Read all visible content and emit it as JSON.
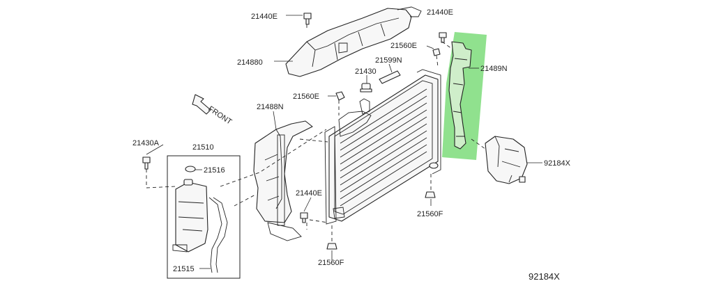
{
  "diagram": {
    "reference_code": "92184X",
    "highlight_color": "#7ddc7a",
    "labels": {
      "p21440e_top": "21440E",
      "p21440e_right": "21440E",
      "p214880": "214880",
      "p21560e_upper": "21560E",
      "p21599n": "21599N",
      "p21430": "21430",
      "p21489n": "21489N",
      "p21560e_mid": "21560E",
      "p21488n": "21488N",
      "front": "FRONT",
      "p21430a": "21430A",
      "p21510": "21510",
      "p21516": "21516",
      "p92184x": "92184X",
      "p21440e_lower": "21440E",
      "p21560f_right": "21560F",
      "p21560f_bottom": "21560F",
      "p21515": "21515"
    }
  }
}
